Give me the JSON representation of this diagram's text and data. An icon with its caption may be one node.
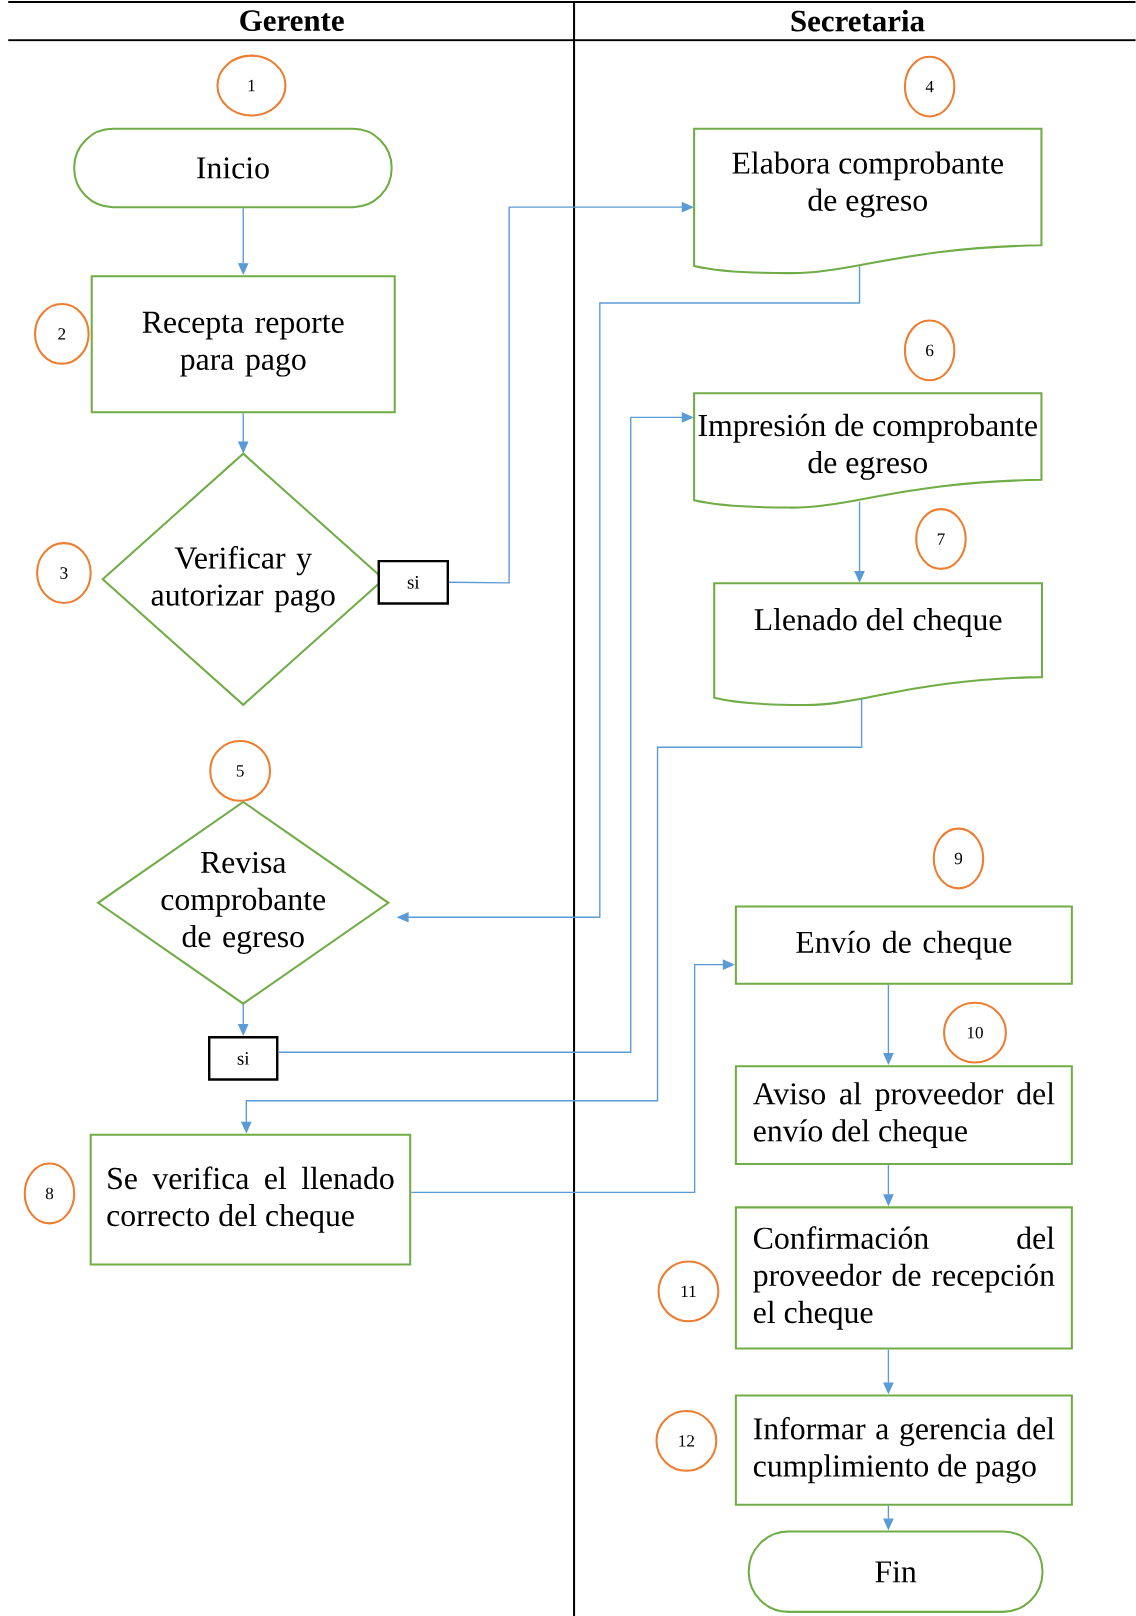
{
  "diagram": {
    "nodes": [
      {
        "text": [
          "1"
        ]
      },
      {
        "text": [
          "Inicio"
        ]
      },
      {
        "text": [
          "2"
        ]
      },
      {
        "text": [
          "Recepta reporte para pago"
        ]
      },
      {
        "text": [
          "3"
        ]
      },
      {
        "text": [
          "Verificar y autorizar pago"
        ]
      },
      {
        "text": [
          "si"
        ]
      },
      {
        "text": [
          "4"
        ]
      },
      {
        "text": [
          "Elabora comprobante de egreso"
        ]
      },
      {
        "text": [
          "5"
        ]
      },
      {
        "text": [
          "Revisa comprobante de egreso"
        ]
      },
      {
        "text": [
          "si"
        ]
      },
      {
        "text": [
          "6"
        ]
      },
      {
        "text": [
          "Impresión de comprobante de egreso"
        ]
      },
      {
        "text": [
          "7"
        ]
      },
      {
        "text": [
          "Llenado del cheque"
        ]
      },
      {
        "text": [
          "8"
        ]
      },
      {
        "text": [
          "Se verifica el llenado correcto del cheque"
        ]
      },
      {
        "text": [
          "9"
        ]
      },
      {
        "text": [
          "Envío de cheque"
        ]
      },
      {
        "text": [
          "10"
        ]
      },
      {
        "text": [
          "Aviso al proveedor del envío del cheque"
        ]
      },
      {
        "text": [
          "11"
        ]
      },
      {
        "text": [
          "Confirmación del proveedor de recepción el cheque"
        ]
      },
      {
        "text": [
          "12"
        ]
      },
      {
        "text": [
          "Informar a gerencia del cumplimiento de pago"
        ]
      },
      {
        "text": [
          "Fin"
        ]
      }
    ],
    "edges": [
      {
        "from": 1,
        "to": 3,
        "arrow": "to"
      },
      {
        "from": 3,
        "to": 5,
        "arrow": "to"
      },
      {
        "from": 6,
        "to": 8,
        "arrow": "to"
      },
      {
        "from": 8,
        "to": 10,
        "arrow": "to"
      },
      {
        "from": 10,
        "to": 11,
        "arrow": "to"
      },
      {
        "from": 11,
        "to": 13,
        "arrow": "to"
      },
      {
        "from": 13,
        "to": 15,
        "arrow": "to"
      },
      {
        "from": 15,
        "to": 17,
        "arrow": "to"
      },
      {
        "from": 17,
        "to": 19,
        "arrow": "to"
      },
      {
        "from": 19,
        "to": 21,
        "arrow": "to"
      },
      {
        "from": 21,
        "to": 23,
        "arrow": "to"
      },
      {
        "from": 23,
        "to": 25,
        "arrow": "to"
      },
      {
        "from": 25,
        "to": 26,
        "arrow": "to"
      }
    ],
    "labels": [
      "Gerente",
      "Secretaria"
    ]
  }
}
